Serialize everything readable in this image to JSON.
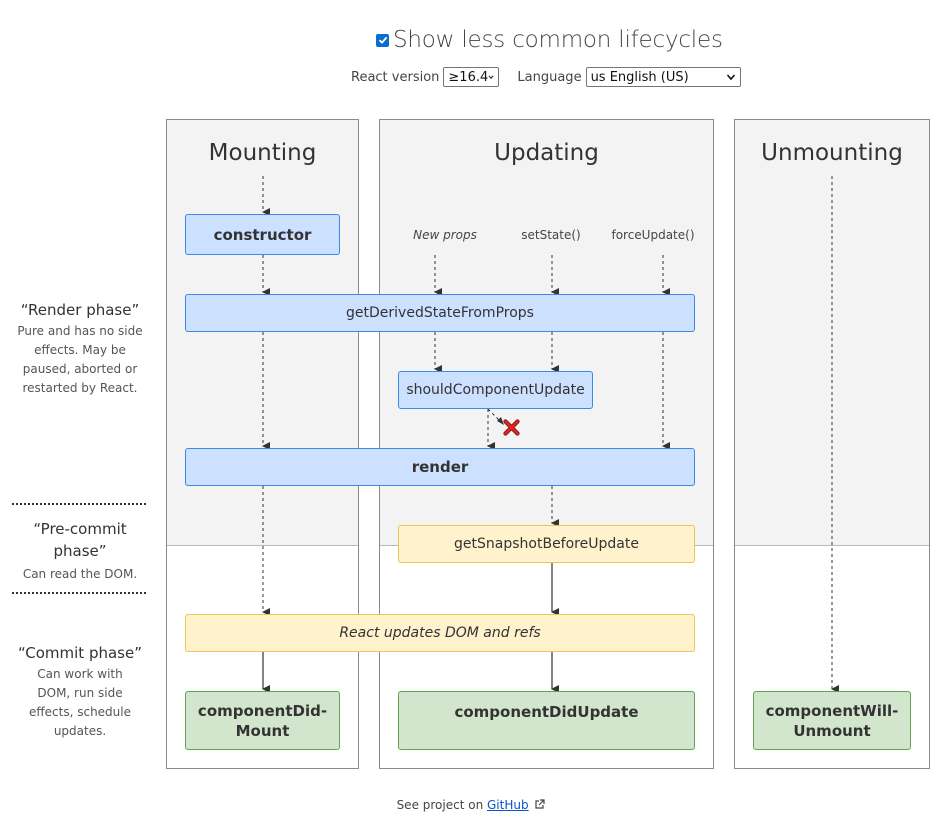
{
  "toggle": {
    "label": "Show less common lifecycles",
    "checked": true
  },
  "version": {
    "label": "React version",
    "value": "≥16.4"
  },
  "language": {
    "label": "Language",
    "value": "us English (US)"
  },
  "columns": {
    "mounting": "Mounting",
    "updating": "Updating",
    "unmounting": "Unmounting"
  },
  "triggers": {
    "new_props": "New props",
    "set_state": "setState()",
    "force_update": "forceUpdate()"
  },
  "methods": {
    "constructor": "constructor",
    "get_derived": "getDerivedStateFromProps",
    "should_update": "shouldComponentUpdate",
    "render": "render",
    "snapshot": "getSnapshotBeforeUpdate",
    "dom_refs": "React updates DOM and refs",
    "did_mount": "componentDid-\nMount",
    "did_update": "componentDidUpdate",
    "will_unmount": "componentWill-\nUnmount"
  },
  "phases": {
    "render": {
      "title": "“Render phase”",
      "desc": "Pure and has no side effects. May be paused, aborted or restarted by React."
    },
    "precommit": {
      "title": "“Pre-commit phase”",
      "desc": "Can read the DOM."
    },
    "commit": {
      "title": "“Commit phase”",
      "desc": "Can work with DOM, run side effects, schedule updates."
    }
  },
  "footer": {
    "prefix": "See project on",
    "link": "GitHub"
  },
  "colors": {
    "blue_fill": "#cce0ff",
    "blue_border": "#3c8ae8",
    "yellow_fill": "#fff2cc",
    "yellow_border": "#e8c65c",
    "green_fill": "#d2e6cd",
    "green_border": "#5fa64f",
    "cancel": "#d42020"
  }
}
